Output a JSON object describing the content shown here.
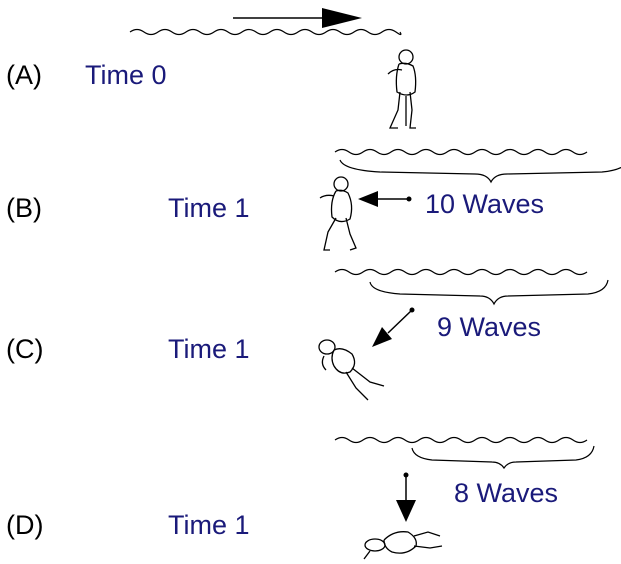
{
  "colors": {
    "text_dark": "#000000",
    "text_blue": "#1a1a7a",
    "line": "#000000"
  },
  "panels": [
    {
      "letter": "(A)",
      "time": "Time 0",
      "waves": ""
    },
    {
      "letter": "(B)",
      "time": "Time 1",
      "waves": "10 Waves"
    },
    {
      "letter": "(C)",
      "time": "Time 1",
      "waves": "9 Waves"
    },
    {
      "letter": "(D)",
      "time": "Time 1",
      "waves": "8 Waves"
    }
  ]
}
